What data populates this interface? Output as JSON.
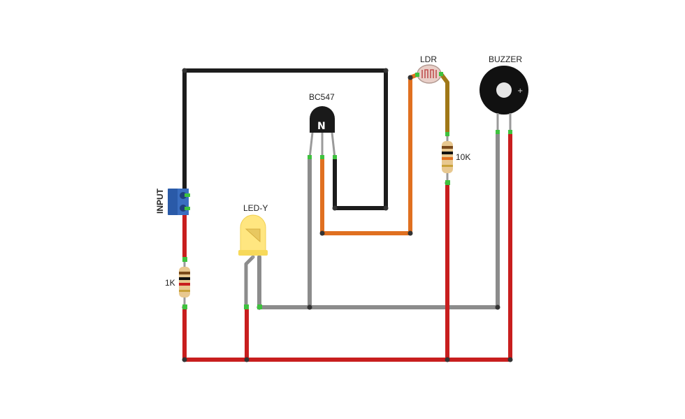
{
  "labels": {
    "transistor": "BC547",
    "ldr": "LDR",
    "buzzer": "BUZZER",
    "resistor_10k": "10K",
    "led": "LED-Y",
    "input": "INPUT",
    "resistor_1k": "1K",
    "buzzer_plus": "+"
  },
  "colors": {
    "black_wire": "#1c1c1c",
    "red_wire": "#c81e1e",
    "gray_wire": "#8c8c8c",
    "orange_wire": "#e07020",
    "olive_wire": "#a07818",
    "pin_green": "#3ec23e",
    "terminal_blue": "#2a5aa8",
    "led_yellow": "#ffe680",
    "resistor_body": "#e8c890",
    "transistor_body": "#1a1a1a",
    "buzzer_body": "#111111"
  },
  "components": [
    {
      "id": "input-terminal",
      "type": "screw-terminal",
      "label": "INPUT"
    },
    {
      "id": "resistor-1k",
      "type": "resistor",
      "label": "1K"
    },
    {
      "id": "led-y",
      "type": "led",
      "label": "LED-Y"
    },
    {
      "id": "transistor-bc547",
      "type": "npn-transistor",
      "label": "BC547"
    },
    {
      "id": "ldr",
      "type": "photoresistor",
      "label": "LDR"
    },
    {
      "id": "resistor-10k",
      "type": "resistor",
      "label": "10K"
    },
    {
      "id": "buzzer",
      "type": "buzzer",
      "label": "BUZZER"
    }
  ]
}
